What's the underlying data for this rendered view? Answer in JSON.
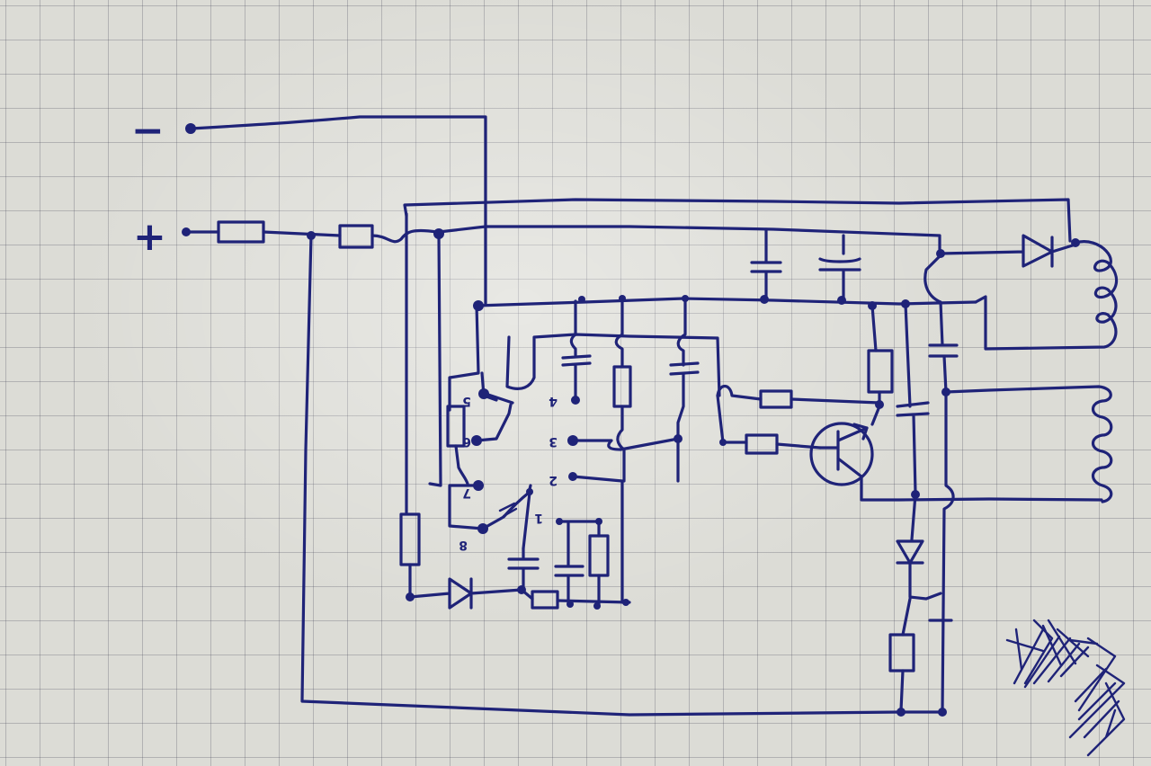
{
  "terminals": {
    "negative": "−",
    "positive": "+"
  },
  "switch_labels": [
    "5",
    "4",
    "3",
    "2",
    "1",
    "6",
    "7",
    "8"
  ],
  "colors": {
    "ink": "#1f2378",
    "paper": "#dcdcd6"
  }
}
